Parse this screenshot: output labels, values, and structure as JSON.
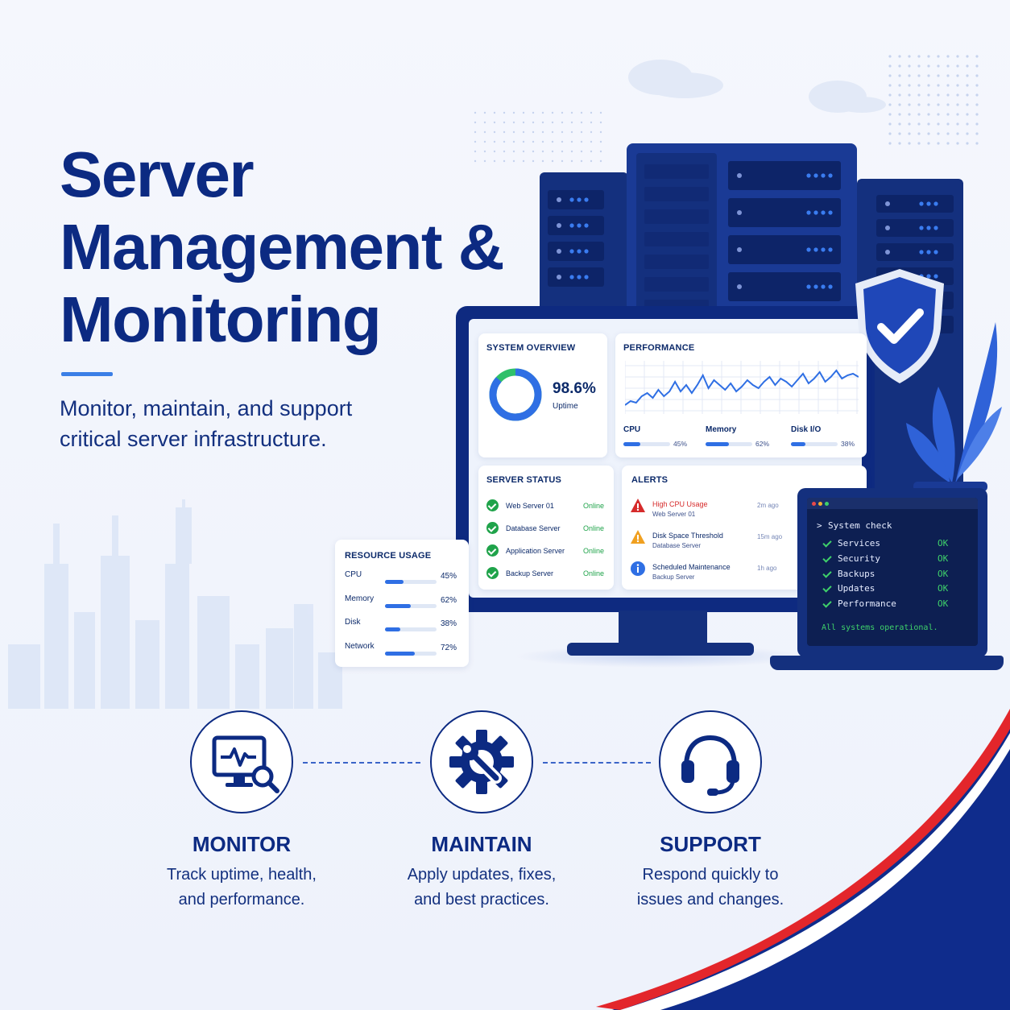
{
  "title_lines": [
    "Server",
    "Management &",
    "Monitoring"
  ],
  "subtitle": "Monitor, maintain, and support critical server infrastructure.",
  "system_overview": {
    "heading": "SYSTEM OVERVIEW",
    "value": "98.6%",
    "label": "Uptime",
    "fraction": 0.986
  },
  "performance": {
    "heading": "PERFORMANCE",
    "metrics": [
      {
        "label": "CPU",
        "value": "45%",
        "fraction": 0.45
      },
      {
        "label": "Memory",
        "value": "62%",
        "fraction": 0.62
      },
      {
        "label": "Disk I/O",
        "value": "38%",
        "fraction": 0.38
      }
    ]
  },
  "server_status": {
    "heading": "SERVER STATUS",
    "servers": [
      {
        "name": "Web Server 01",
        "status": "Online"
      },
      {
        "name": "Database Server",
        "status": "Online"
      },
      {
        "name": "Application Server",
        "status": "Online"
      },
      {
        "name": "Backup Server",
        "status": "Online"
      }
    ]
  },
  "alerts": {
    "heading": "ALERTS",
    "items": [
      {
        "title": "High CPU Usage",
        "source": "Web Server 01",
        "time": "2m ago",
        "icon": "error-triangle-icon",
        "color": "#d62b2b"
      },
      {
        "title": "Disk Space Threshold",
        "source": "Database Server",
        "time": "15m ago",
        "icon": "warning-triangle-icon",
        "color": "#f0a020"
      },
      {
        "title": "Scheduled Maintenance",
        "source": "Backup Server",
        "time": "1h ago",
        "icon": "info-circle-icon",
        "color": "#2f6fe4"
      }
    ]
  },
  "resource_usage": {
    "heading": "RESOURCE USAGE",
    "items": [
      {
        "label": "CPU",
        "value": "45%",
        "fraction": 0.45
      },
      {
        "label": "Memory",
        "value": "62%",
        "fraction": 0.62
      },
      {
        "label": "Disk",
        "value": "38%",
        "fraction": 0.38
      },
      {
        "label": "Network",
        "value": "72%",
        "fraction": 0.72
      }
    ]
  },
  "terminal": {
    "prompt": ">",
    "command": "System check",
    "checks": [
      {
        "label": "Services",
        "status": "OK"
      },
      {
        "label": "Security",
        "status": "OK"
      },
      {
        "label": "Backups",
        "status": "OK"
      },
      {
        "label": "Updates",
        "status": "OK"
      },
      {
        "label": "Performance",
        "status": "OK"
      }
    ],
    "summary": "All systems operational."
  },
  "features": [
    {
      "title": "MONITOR",
      "desc_lines": [
        "Track uptime, health,",
        "and performance."
      ],
      "icon": "monitor-search-icon"
    },
    {
      "title": "MAINTAIN",
      "desc_lines": [
        "Apply updates, fixes,",
        "and best practices."
      ],
      "icon": "gear-wrench-icon"
    },
    {
      "title": "SUPPORT",
      "desc_lines": [
        "Respond quickly to",
        "issues and changes."
      ],
      "icon": "headset-icon"
    }
  ],
  "colors": {
    "navy": "#0c2a82",
    "accent_blue": "#2f6fe4",
    "red": "#e3262b",
    "ok_green": "#3fd16a"
  }
}
